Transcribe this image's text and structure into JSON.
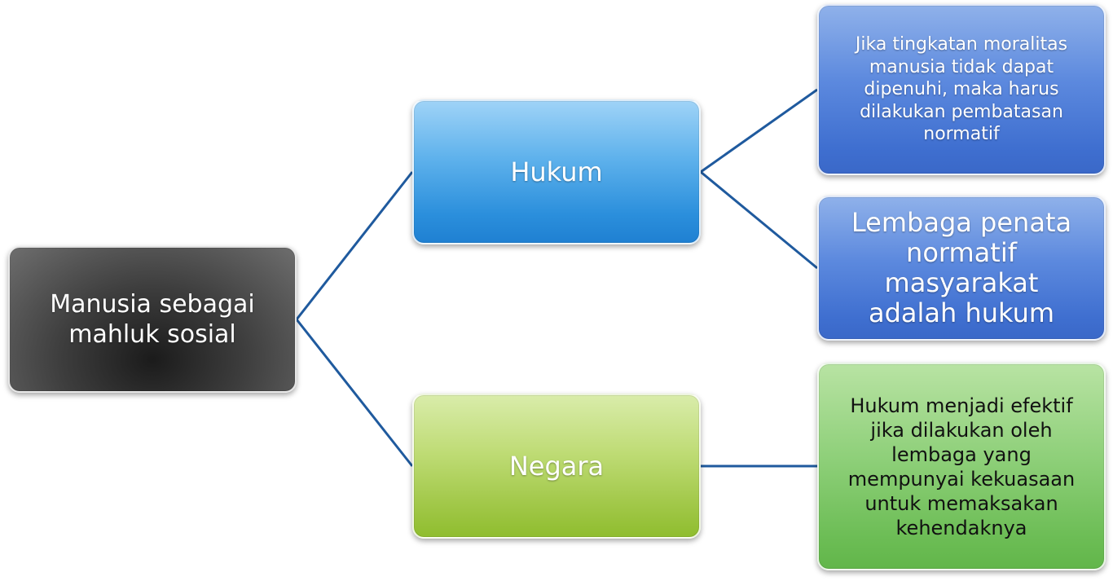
{
  "diagram": {
    "root": {
      "lines": [
        "Manusia sebagai",
        "mahluk sosial"
      ]
    },
    "branches": [
      {
        "label": "Hukum",
        "children": [
          {
            "lines": [
              "Jika tingkatan moralitas",
              "manusia tidak dapat",
              "dipenuhi, maka harus",
              "dilakukan pembatasan",
              "normatif"
            ]
          },
          {
            "lines": [
              "Lembaga penata",
              "normatif masyarakat",
              "adalah hukum"
            ]
          }
        ]
      },
      {
        "label": "Negara",
        "children": [
          {
            "lines": [
              "Hukum menjadi efektif",
              "jika dilakukan oleh",
              "lembaga yang",
              "mempunyai kekuasaan",
              "untuk memaksakan",
              "kehendaknya"
            ]
          }
        ]
      }
    ],
    "colors": {
      "connector": "#1f5a9e",
      "root": "#3d3d3d",
      "hukum": "#2b8fdc",
      "negara": "#a3c94b",
      "hukum_children": "#4a78d4",
      "negara_children": "#7cc566"
    }
  }
}
